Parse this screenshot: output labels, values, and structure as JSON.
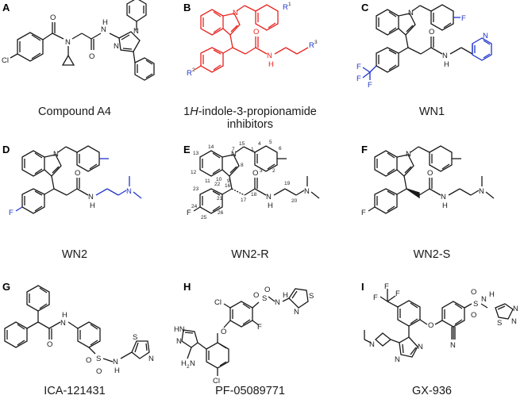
{
  "panels": [
    {
      "id": "A",
      "caption": "Compound A4",
      "atoms": {
        "cl": "Cl",
        "o1": "O",
        "n1": "N",
        "o2": "O",
        "nh": "N",
        "h": "H",
        "n2": "N",
        "n3": "N"
      }
    },
    {
      "id": "B",
      "caption_parts": [
        "1",
        "H",
        "-indole-3-propionamide"
      ],
      "caption_line2": "inhibitors",
      "atoms": {
        "n_ind": "N",
        "r1": "R",
        "r1s": "1",
        "o": "O",
        "nh": "N",
        "h": "H",
        "r3": "R",
        "r3s": "3",
        "r2": "R",
        "r2s": "2"
      }
    },
    {
      "id": "C",
      "caption": "WN1",
      "atoms": {
        "n_ind": "N",
        "f": "F",
        "n_py": "N",
        "o": "O",
        "nh": "N",
        "h": "H",
        "f1": "F",
        "f2": "F",
        "f3": "F"
      }
    },
    {
      "id": "D",
      "caption": "WN2",
      "atoms": {
        "n_ind": "N",
        "o": "O",
        "nh": "N",
        "h": "H",
        "nme": "N",
        "f": "F"
      }
    },
    {
      "id": "E",
      "caption": "WN2-R",
      "atoms": {
        "n_ind": "N",
        "o": "O",
        "nh": "N",
        "h": "H",
        "nme": "N",
        "f": "F"
      },
      "numbers": [
        "14",
        "13",
        "12",
        "11",
        "10",
        "9",
        "8",
        "7",
        "1",
        "2",
        "3",
        "4",
        "5",
        "6",
        "15",
        "16",
        "17",
        "18",
        "19",
        "20",
        "21",
        "22",
        "23",
        "24",
        "25",
        "26"
      ]
    },
    {
      "id": "F",
      "caption": "WN2-S",
      "atoms": {
        "n_ind": "N",
        "o": "O",
        "nh": "N",
        "h": "H",
        "nme": "N",
        "f": "F"
      }
    },
    {
      "id": "G",
      "caption": "ICA-121431",
      "atoms": {
        "o": "O",
        "nh": "N",
        "h": "H",
        "s1": "S",
        "o1": "O",
        "o2": "O",
        "nh2": "N",
        "h2": "H",
        "s2": "S",
        "n": "N"
      }
    },
    {
      "id": "H",
      "caption": "PF-05089771",
      "atoms": {
        "o1": "O",
        "o2": "O",
        "s": "S",
        "nh": "N",
        "h": "H",
        "cl1": "Cl",
        "n1": "N",
        "s2": "S",
        "f": "F",
        "o": "O",
        "hn": "HN",
        "n2": "N",
        "h2n": "H",
        "h2n_sub": "2",
        "h2n_n": "N",
        "cl2": "Cl"
      }
    },
    {
      "id": "I",
      "caption": "GX-936",
      "atoms": {
        "f1": "F",
        "f2": "F",
        "f3": "F",
        "o1": "O",
        "o2": "O",
        "s": "S",
        "nh": "N",
        "h": "H",
        "n1": "N",
        "s2": "S",
        "n2": "N",
        "o": "O",
        "n3": "N",
        "n4": "N",
        "n5": "N",
        "cn": "N"
      }
    }
  ],
  "colors": {
    "black": "#1a1a1a",
    "red": "#e8221e",
    "blue": "#1f35c9"
  }
}
